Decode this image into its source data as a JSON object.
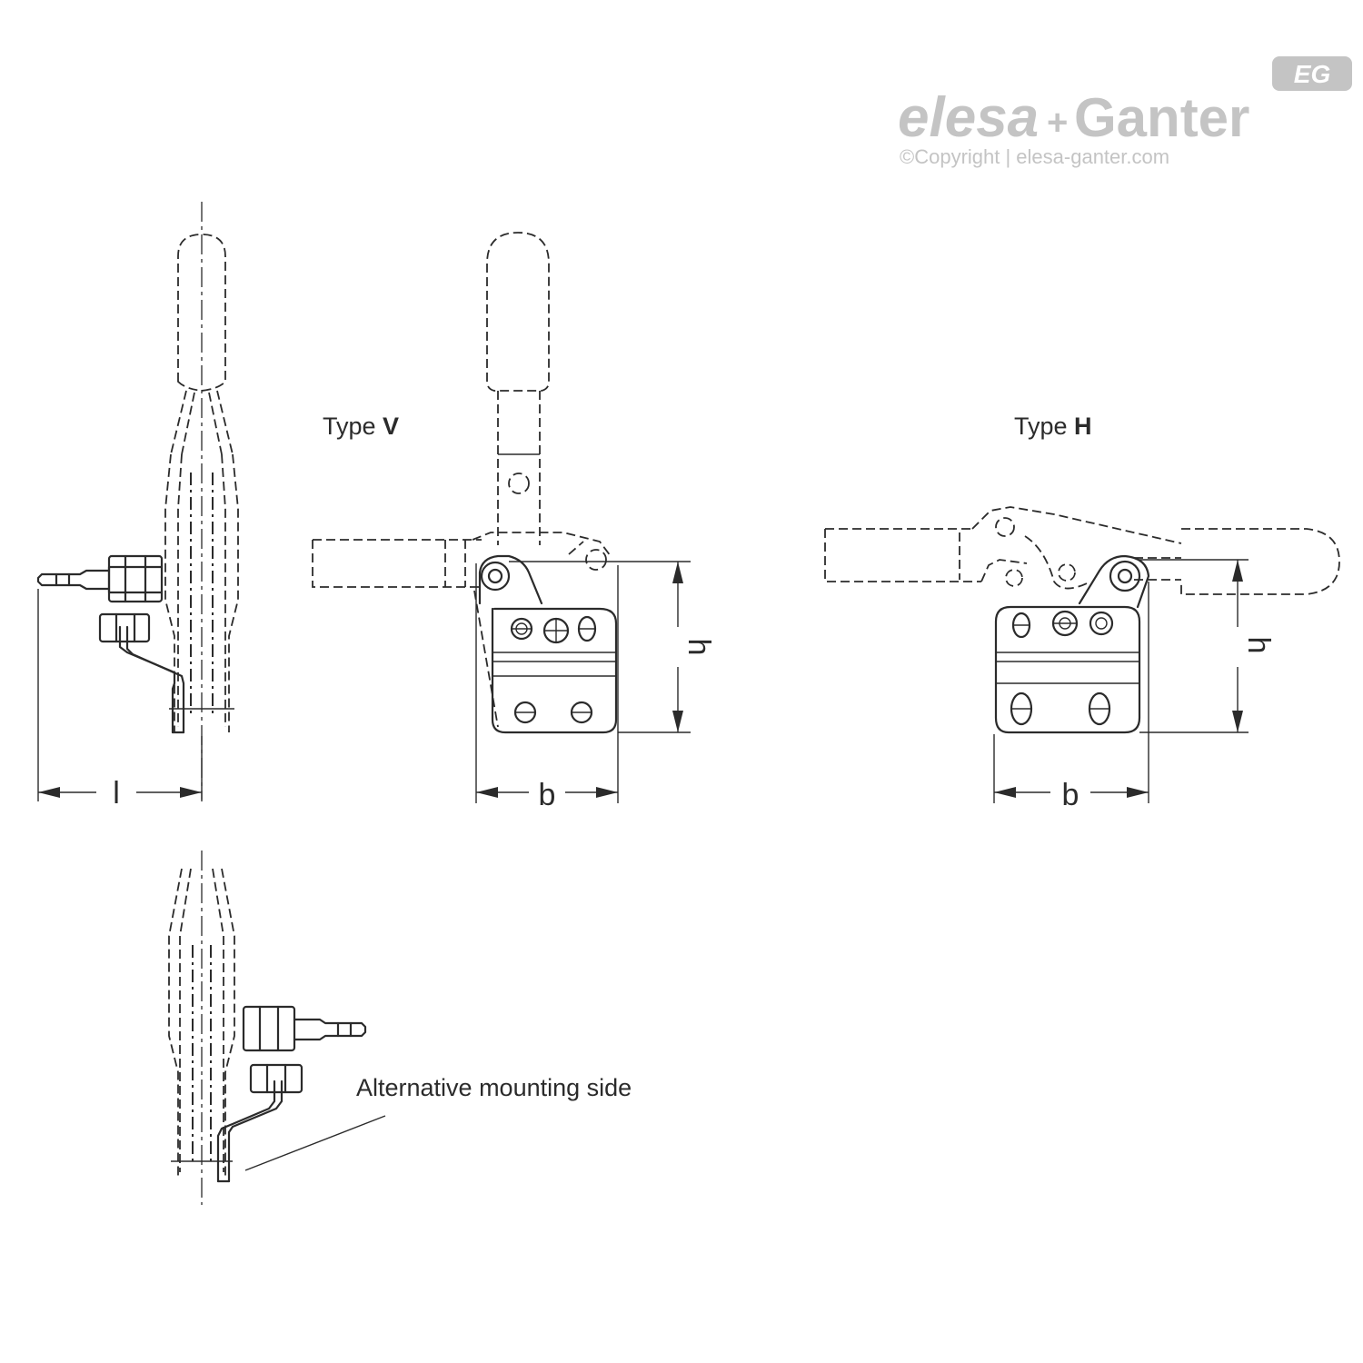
{
  "logo": {
    "badge": "EG",
    "brand_left": "elesa",
    "brand_plus": "+",
    "brand_right": "Ganter",
    "copyright": "©Copyright | elesa-ganter.com"
  },
  "labels": {
    "type_v_prefix": "Type ",
    "type_v_letter": "V",
    "type_h_prefix": "Type ",
    "type_h_letter": "H",
    "alternative": "Alternative mounting side"
  },
  "dimensions": {
    "l": "l",
    "b_v": "b",
    "h_v": "h",
    "b_h": "b",
    "h_h": "h"
  },
  "colors": {
    "line": "#2b2b2b",
    "logo": "#c4c4c4"
  }
}
